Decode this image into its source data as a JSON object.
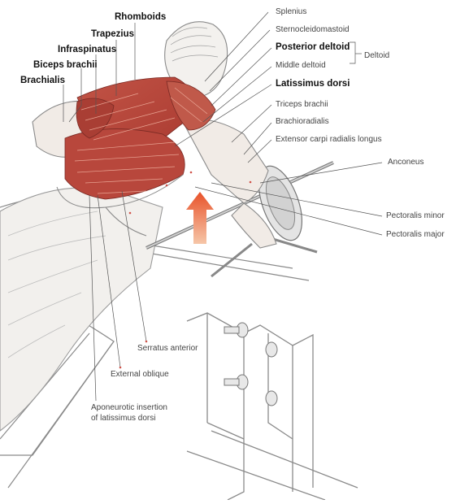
{
  "labels": {
    "rhomboids": "Rhomboids",
    "trapezius": "Trapezius",
    "infraspinatus": "Infraspinatus",
    "biceps_brachii": "Biceps brachii",
    "brachialis": "Brachialis",
    "splenius": "Splenius",
    "sternocleidomastoid": "Sternocleidomastoid",
    "posterior_deltoid": "Posterior deltoid",
    "middle_deltoid": "Middle deltoid",
    "deltoid_group": "Deltoid",
    "latissimus_dorsi": "Latissimus dorsi",
    "triceps_brachii": "Triceps brachii",
    "brachioradialis": "Brachioradialis",
    "extensor_carpi": "Extensor carpi radialis longus",
    "anconeus": "Anconeus",
    "pectoralis_minor": "Pectoralis minor",
    "pectoralis_major": "Pectoralis major",
    "serratus_anterior": "Serratus anterior",
    "external_oblique": "External oblique",
    "aponeurotic_line1": "Aponeurotic insertion",
    "aponeurotic_line2": "of latissimus dorsi"
  },
  "colors": {
    "muscle": "#b9463c",
    "muscle_light": "#d47a6a",
    "arrow": "#e8522a",
    "sketch": "#8a8a8a",
    "leader": "#555555"
  },
  "icons": {
    "arrow": "up-arrow-icon"
  }
}
